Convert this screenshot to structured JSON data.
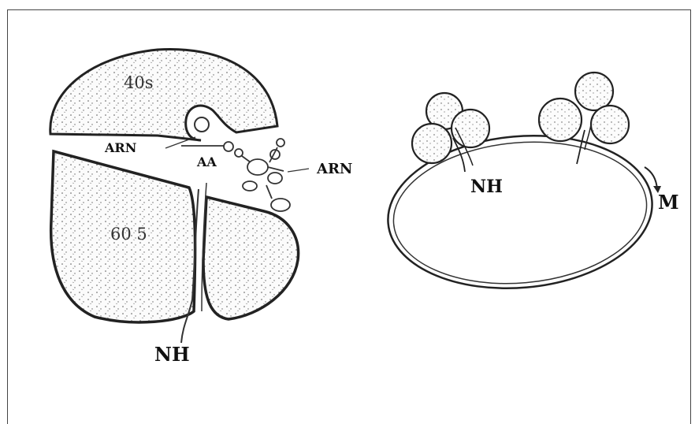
{
  "labels": {
    "small_subunit": "40s",
    "large_subunit": "60 5",
    "arn_left": "ARN",
    "aa": "AA",
    "arn_right": "ARN",
    "nh_left": "NH",
    "nh_right": "NH",
    "m": "M"
  }
}
